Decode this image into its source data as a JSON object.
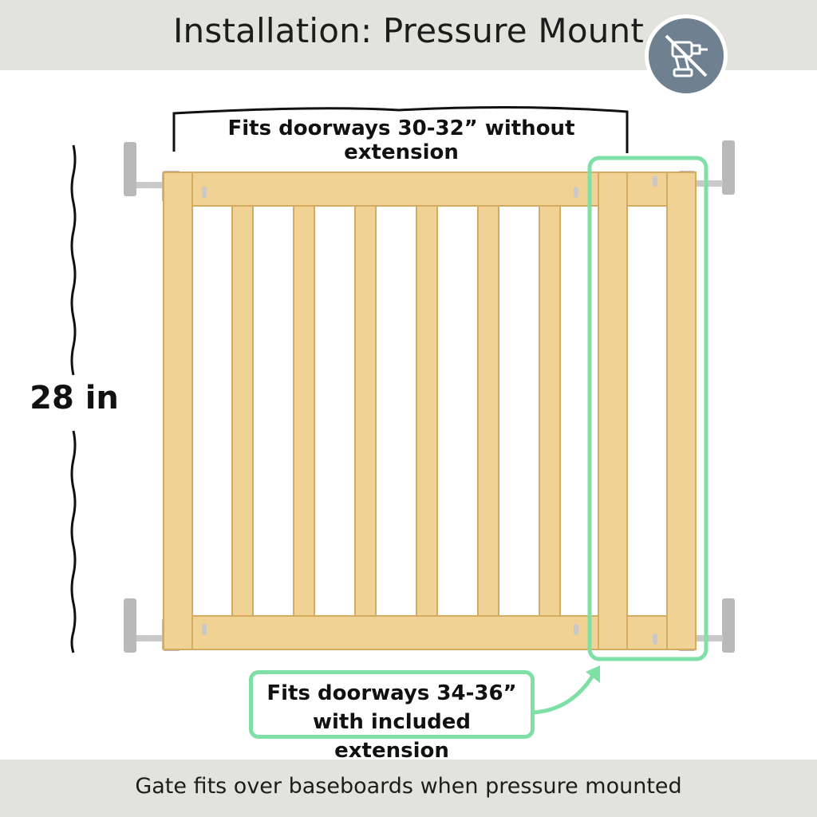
{
  "header": {
    "title": "Installation: Pressure Mount"
  },
  "badge": {
    "icon": "no-drill-icon"
  },
  "callouts": {
    "top": "Fits doorways 30-32” without extension",
    "bottom_line1": "Fits doorways 34-36”",
    "bottom_line2": "with included extension"
  },
  "dimension": {
    "height": "28 in"
  },
  "footer": {
    "text": "Gate fits over baseboards when pressure mounted"
  },
  "colors": {
    "band": "#e3e3de",
    "wood": "#f0d394",
    "wood_edge": "#d3ac62",
    "highlight": "#7fe0a6",
    "badge": "#6f8190",
    "hardware": "#b9b9b9"
  }
}
